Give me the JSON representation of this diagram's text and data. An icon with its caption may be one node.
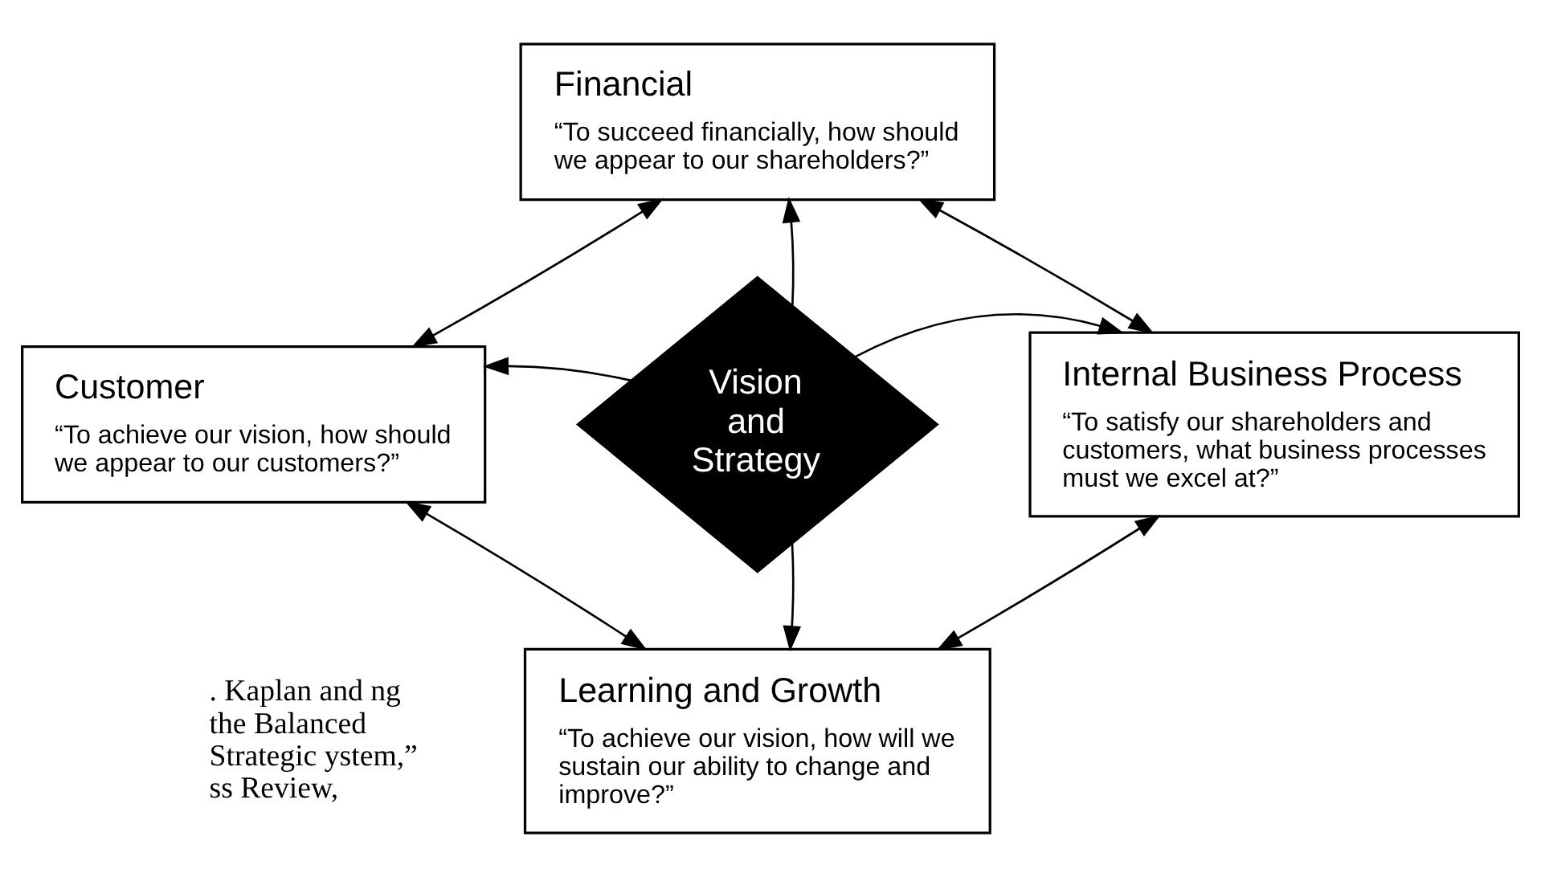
{
  "diagram": {
    "nodes": [
      {
        "text": [
          "Financial",
          "“To succeed financially, how should we appear to our shareholders?”"
        ]
      },
      {
        "text": [
          "Customer",
          "“To achieve our vision, how should we appear to our customers?”"
        ]
      },
      {
        "text": [
          "Vision and Strategy"
        ]
      },
      {
        "text": [
          "Internal Business Process",
          "“To satisfy our shareholders and customers, what business processes must we excel at?”"
        ]
      },
      {
        "text": [
          "Learning and Growth",
          "“To achieve our vision, how will we sustain our ability to change and improve?”"
        ]
      }
    ],
    "edges": [
      {
        "from": 1,
        "to": 0,
        "arrow": "both"
      },
      {
        "from": 0,
        "to": 3,
        "arrow": "both"
      },
      {
        "from": 3,
        "to": 4,
        "arrow": "both"
      },
      {
        "from": 4,
        "to": 1,
        "arrow": "both"
      },
      {
        "from": 2,
        "to": 0,
        "arrow": "to"
      },
      {
        "from": 2,
        "to": 1,
        "arrow": "to"
      },
      {
        "from": 2,
        "to": 3,
        "arrow": "to"
      },
      {
        "from": 2,
        "to": 4,
        "arrow": "to"
      }
    ],
    "labels": [
      ". Kaplan and ng the Balanced Strategic ystem,” ss Review,"
    ]
  }
}
